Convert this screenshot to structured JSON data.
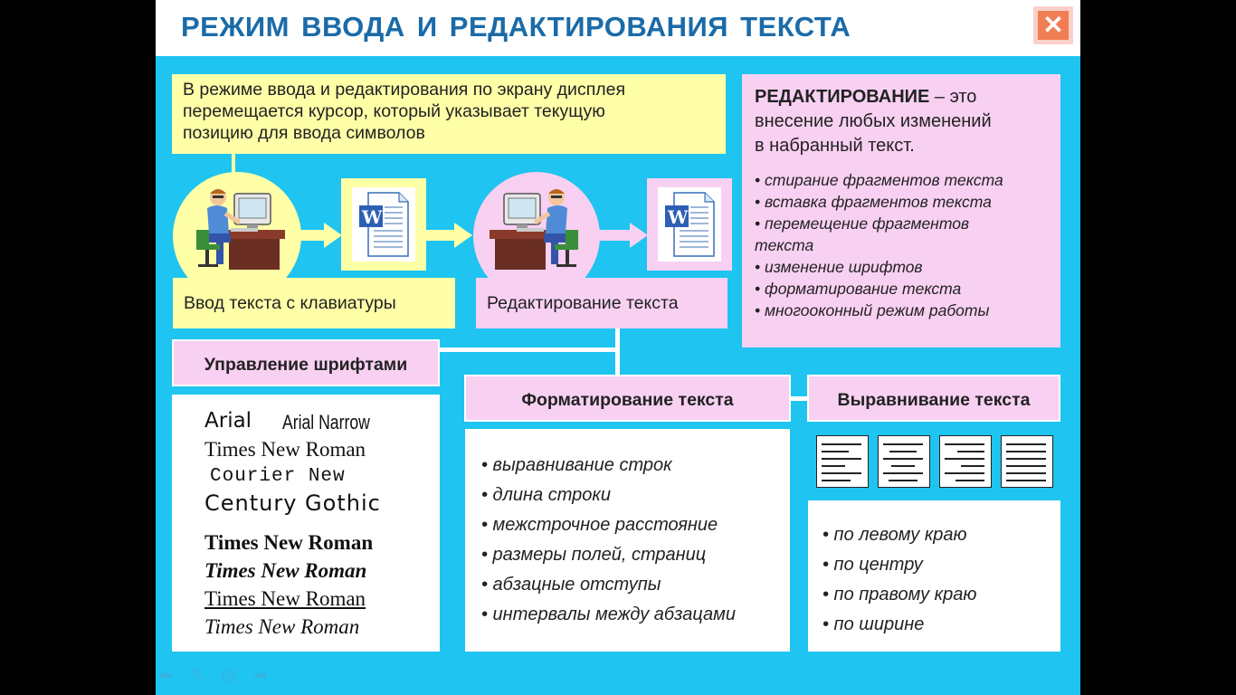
{
  "slide": {
    "title": "РЕЖИМ  ВВОДА И РЕДАКТИРОВАНИЯ  ТЕКСТА",
    "close_label": "✕"
  },
  "intro_note": {
    "lines": [
      "В режиме ввода и редактирования по экрану дисплея",
      "перемещается курсор, который указывает текущую",
      "позицию для ввода символов"
    ]
  },
  "stages": {
    "input_label": "Ввод  текста  с  клавиатуры",
    "edit_label": "Редактирование  текста"
  },
  "editing_definition": {
    "term": "РЕДАКТИРОВАНИЕ",
    "definition_lines": [
      " – это",
      "внесение  любых изменений",
      "в набранный текст."
    ],
    "items": [
      "• стирание фрагментов текста",
      "• вставка фрагментов текста",
      "• перемещение фрагментов",
      "текста",
      "• изменение шрифтов",
      "• форматирование текста",
      "• многооконный  режим  работы"
    ]
  },
  "font_management": {
    "heading": "Управление шрифтами",
    "samples": {
      "arial": "Arial",
      "arial_narrow": "Arial Narrow",
      "times": "Times New Roman",
      "courier": "Courier  New",
      "century": "Century Gothic",
      "times_bold": "Times New Roman",
      "times_bold_italic": "Times New Roman",
      "times_underline": "Times New Roman",
      "times_italic": "Times New Roman"
    }
  },
  "formatting": {
    "heading": "Форматирование  текста",
    "items": [
      "• выравнивание строк",
      "• длина  строки",
      "• межстрочное  расстояние",
      "• размеры  полей, страниц",
      "• абзацные  отступы",
      "• интервалы между абзацами"
    ]
  },
  "alignment": {
    "heading": "Выравнивание текста",
    "items": [
      "• по  левому  краю",
      "• по  центру",
      "• по  правому  краю",
      "• по  ширине"
    ]
  },
  "colors": {
    "slide_bg": "#1FC4F0",
    "title": "#1A6BA8",
    "yellow": "#FFFFA8",
    "pink": "#F8D0F2",
    "close": "#F07E52"
  },
  "icons": [
    "close-icon",
    "person-at-computer-icon",
    "word-document-icon",
    "arrow-right-icon",
    "align-left-icon",
    "align-center-icon",
    "align-right-icon",
    "align-justify-icon"
  ]
}
